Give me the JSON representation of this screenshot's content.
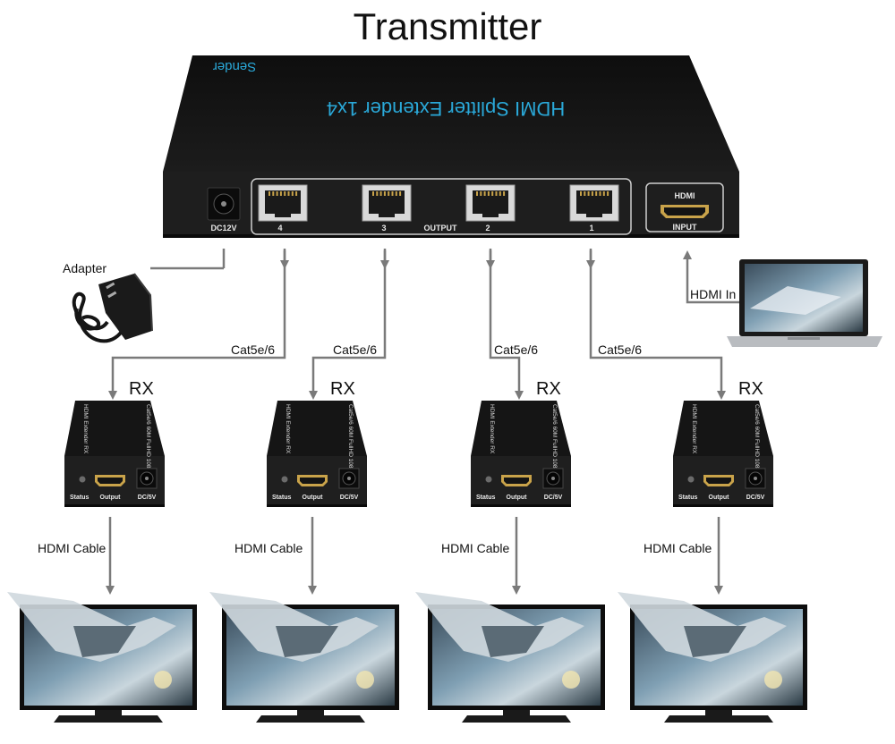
{
  "title": "Transmitter",
  "transmitter": {
    "top_brand": "Sender",
    "product_name": "HDMI Splitter Extender 1x4",
    "dc_label": "DC12V",
    "output_label": "OUTPUT",
    "port_numbers": [
      "4",
      "3",
      "2",
      "1"
    ],
    "hdmi_label": "HDMI",
    "input_label": "INPUT"
  },
  "labels": {
    "adapter": "Adapter",
    "hdmi_in": "HDMI In",
    "cable": "Cat5e/6",
    "rx": "RX",
    "hdmi_cable": "HDMI Cable"
  },
  "receiver": {
    "top_text": "HDMI Extender RX",
    "side_text": "Cat5e/6 60M FullHD 1080p 3D",
    "status_label": "Status",
    "output_label": "Output",
    "dc_label": "DC/5V"
  },
  "colors": {
    "device_body": "#141414",
    "device_front": "#1e1e1e",
    "accent_text": "#2aa8d8",
    "arrow": "#7a7a7a",
    "port_metal": "#d9d9d9"
  },
  "icons": {
    "rj45_port": "ethernet-port-icon",
    "hdmi_port": "hdmi-port-icon",
    "dc_jack": "power-jack-icon",
    "adapter": "power-adapter-icon",
    "laptop": "laptop-icon",
    "tv": "monitor-icon"
  }
}
